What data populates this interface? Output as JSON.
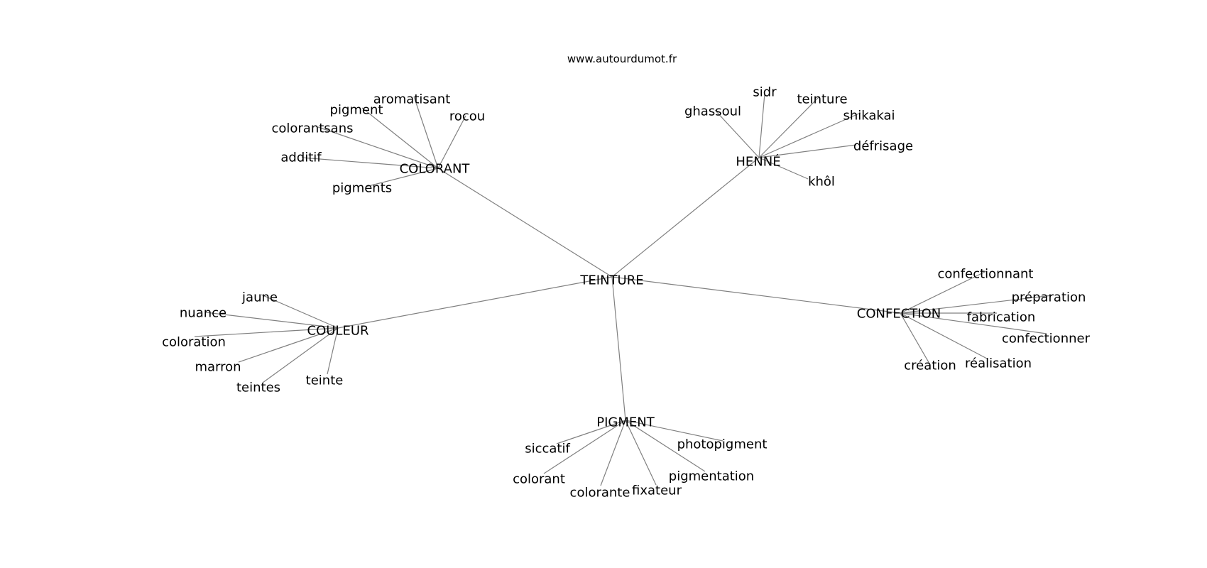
{
  "site": "www.autourdumot.fr",
  "graph": {
    "center": "TEINTURE",
    "edge_color": "#808080",
    "hubs": [
      {
        "id": "colorant",
        "label": "COLORANT",
        "leaves": [
          "rocou",
          "aromatisant",
          "pigment",
          "colorantsans",
          "additif",
          "pigments"
        ]
      },
      {
        "id": "henne",
        "label": "HENNÉ",
        "leaves": [
          "sidr",
          "ghassoul",
          "teinture",
          "shikakai",
          "défrisage",
          "khôl"
        ]
      },
      {
        "id": "confection",
        "label": "CONFECTION",
        "leaves": [
          "confectionnant",
          "préparation",
          "fabrication",
          "confectionner",
          "réalisation",
          "création"
        ]
      },
      {
        "id": "pigment",
        "label": "PIGMENT",
        "leaves": [
          "siccatif",
          "photopigment",
          "pigmentation",
          "colorant",
          "colorante",
          "fixateur"
        ]
      },
      {
        "id": "couleur",
        "label": "COULEUR",
        "leaves": [
          "jaune",
          "nuance",
          "coloration",
          "marron",
          "teintes",
          "teinte"
        ]
      }
    ]
  }
}
